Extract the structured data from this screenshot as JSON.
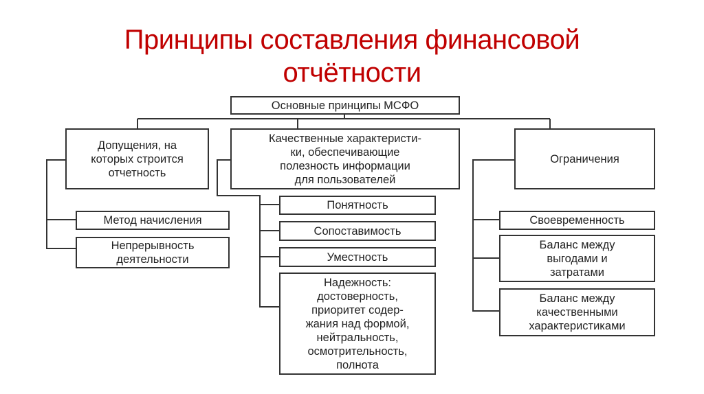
{
  "slide": {
    "title_line1": "Принципы составления финансовой",
    "title_line2": "отчётности"
  },
  "diagram": {
    "root": "Основные принципы МСФО",
    "assumptions": {
      "label": "Допущения, на\nкоторых строится\nотчетность",
      "items": [
        "Метод начисления",
        "Непрерывность\nдеятельности"
      ]
    },
    "qualitative": {
      "label": "Качественные характеристи-\nки, обеспечивающие\nполезность информации\nдля пользователей",
      "items": [
        "Понятность",
        "Сопоставимость",
        "Уместность",
        "Надежность:\nдостоверность,\nприоритет содер-\nжания над формой,\nнейтральность,\nосмотрительность,\nполнота"
      ]
    },
    "constraints": {
      "label": "Ограничения",
      "items": [
        "Своевременность",
        "Баланс между\nвыгодами и\nзатратами",
        "Баланс между\nкачественными\nхарактеристиками"
      ]
    }
  }
}
